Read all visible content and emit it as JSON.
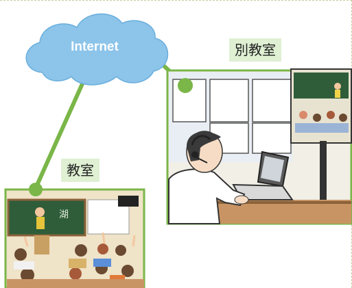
{
  "cloud": {
    "label": "Internet"
  },
  "locations": {
    "remote_label": "別教室",
    "local_label": "教室"
  },
  "colors": {
    "connector": "#7ab648",
    "cloud_fill": "#8cc4ea",
    "label_bg": "#dff0d3",
    "chalkboard": "#2f5d3a"
  }
}
